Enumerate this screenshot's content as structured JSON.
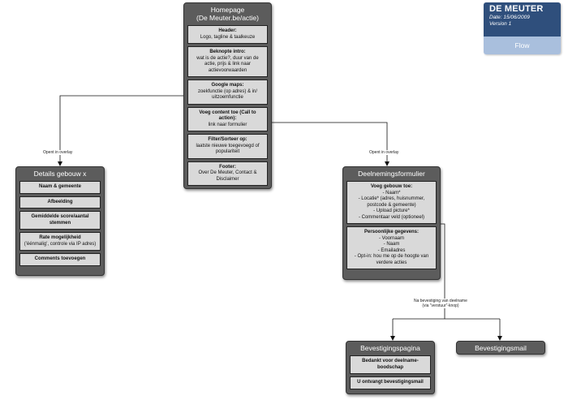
{
  "brand": {
    "name": "DE MEUTER",
    "date": "Date: 15/06/2009",
    "version": "Version 1",
    "flow": "Flow"
  },
  "homepage": {
    "title_line1": "Homepage",
    "title_line2": "(De Meuter.be/actie)",
    "header_title": "Header:",
    "header_body": "Logo, tagline & taalkeuze",
    "intro_title": "Beknopte intro:",
    "intro_body": "wat is de actie?, duur van de actie, prijs & link naar actievoorwaarden",
    "maps_title": "Google maps:",
    "maps_body": "zoekfunctie (op adres) & in/ uitzoemfunctie",
    "content_title": "Voeg content toe (Call to action):",
    "content_body": "link naar formulier",
    "filter_title": "Filter/Sorteer op:",
    "filter_body": "laatste nieuwe toegevoegd of populariteit",
    "footer_title": "Footer:",
    "footer_body": "Over De Meuter, Contact & Disclaimer"
  },
  "details": {
    "title": "Details gebouw x",
    "items": [
      "Naam & gemeente",
      "Afbeelding",
      "Gemiddelde score/aantal stemmen"
    ],
    "rate_title": "Rate mogelijkheid",
    "rate_body": "('éénmalig', controle via IP adres)",
    "comments": "Comments toevoegen"
  },
  "form": {
    "title": "Deelnemingsformulier",
    "voeg_title": "Voeg gebouw toe:",
    "voeg_lines": [
      "- Naam*",
      "- Locatie* (adres, huisnummer, postcode & gemeente)",
      "- Upload picture*",
      "- Commentaar veld (optioneel)"
    ],
    "pers_title": "Persoonlijke gegevens:",
    "pers_lines": [
      "- Voornaam",
      "- Naam",
      "- Emailadres",
      "- Opt-in: hou me op de hoogte van verdere acties"
    ]
  },
  "confirm_page": {
    "title": "Bevestigingspagina",
    "items": [
      "Bedankt voor deelname-boodschap",
      "U ontvangt bevestigingsmail"
    ]
  },
  "confirm_mail": {
    "title": "Bevestigingsmail"
  },
  "labels": {
    "overlay_left": "Opent in overlay",
    "overlay_right": "Opent in overlay",
    "after_line1": "Na bevestiging van deelname",
    "after_line2": "(via \"verstuur\"-knop)"
  }
}
